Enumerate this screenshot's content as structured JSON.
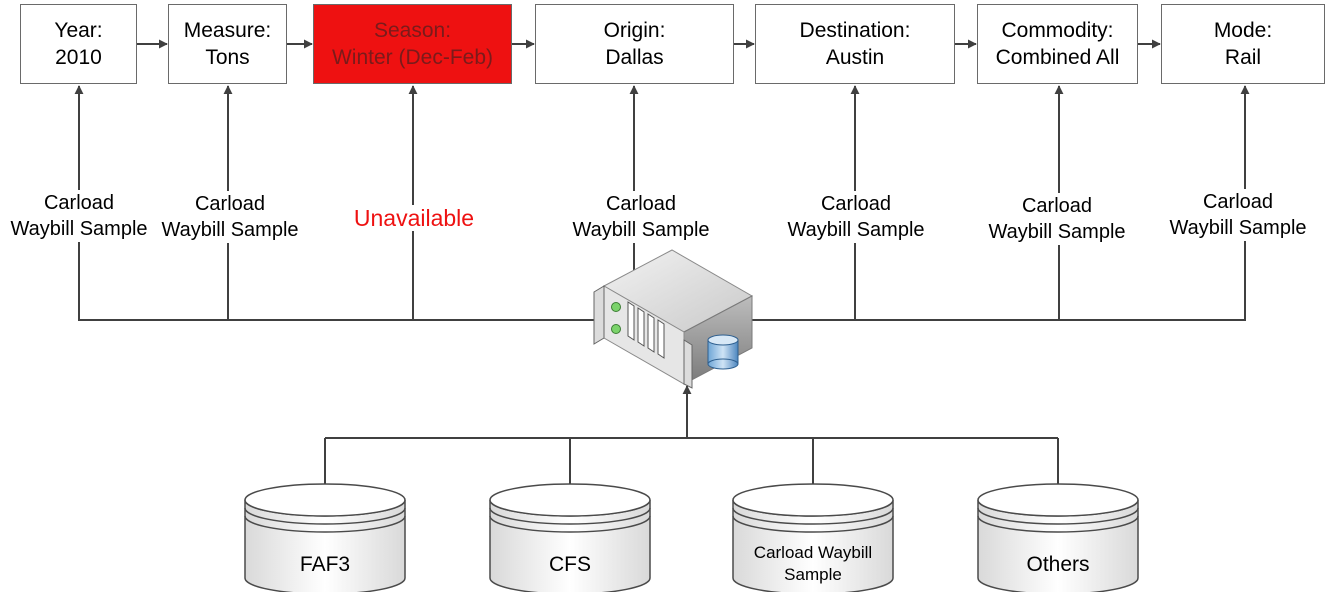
{
  "colors": {
    "highlight_fill": "#ee1111",
    "highlight_text": "#7a1b1b",
    "unavailable_text": "#ee1111",
    "line": "#404040"
  },
  "steps": [
    {
      "label": "Year:",
      "value": "2010",
      "highlighted": false
    },
    {
      "label": "Measure:",
      "value": "Tons",
      "highlighted": false
    },
    {
      "label": "Season:",
      "value": "Winter (Dec-Feb)",
      "highlighted": true
    },
    {
      "label": "Origin:",
      "value": "Dallas",
      "highlighted": false
    },
    {
      "label": "Destination:",
      "value": "Austin",
      "highlighted": false
    },
    {
      "label": "Commodity:",
      "value": "Combined All",
      "highlighted": false
    },
    {
      "label": "Mode:",
      "value": "Rail",
      "highlighted": false
    }
  ],
  "sources": [
    {
      "line1": "Carload",
      "line2": "Waybill Sample"
    },
    {
      "line1": "Carload",
      "line2": "Waybill Sample"
    },
    {
      "line1": "Unavailable",
      "line2": ""
    },
    {
      "line1": "Carload",
      "line2": "Waybill Sample"
    },
    {
      "line1": "Carload",
      "line2": "Waybill Sample"
    },
    {
      "line1": "Carload",
      "line2": "Waybill Sample"
    },
    {
      "line1": "Carload",
      "line2": "Waybill Sample"
    }
  ],
  "central_icon": "server-icon",
  "databases": [
    {
      "line1": "FAF3",
      "line2": "",
      "icon": "database-icon"
    },
    {
      "line1": "CFS",
      "line2": "",
      "icon": "database-icon"
    },
    {
      "line1": "Carload Waybill",
      "line2": "Sample",
      "icon": "database-icon"
    },
    {
      "line1": "Others",
      "line2": "",
      "icon": "database-icon"
    }
  ]
}
